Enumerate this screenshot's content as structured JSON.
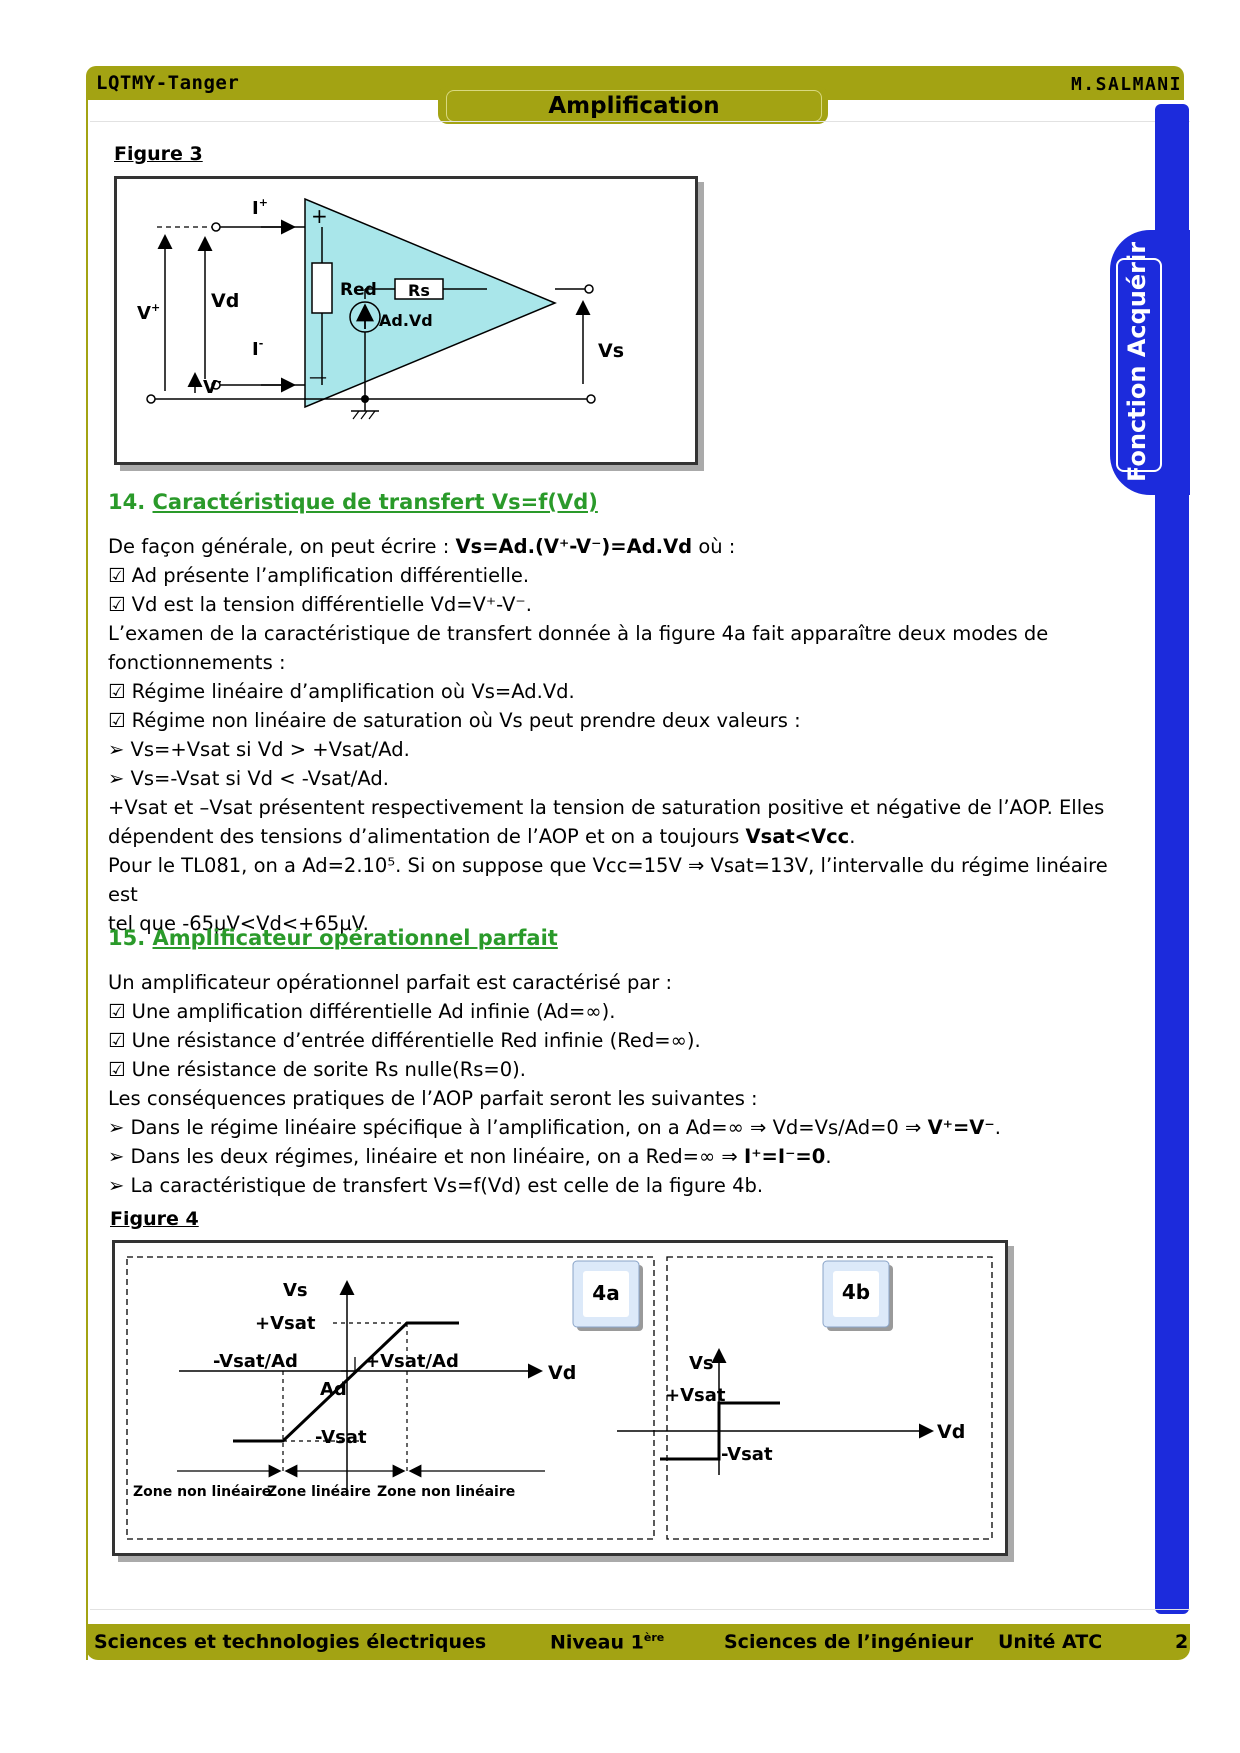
{
  "header": {
    "left": "LQTMY-Tanger",
    "right": "M.SALMANI",
    "title": "Amplification"
  },
  "side_tab": {
    "label": "Fonction Acquérir"
  },
  "figure3": {
    "label": "Figure 3",
    "i_plus": "I",
    "i_plus_sup": "+",
    "i_minus": "I",
    "i_minus_sup": "-",
    "v_plus": "V",
    "v_plus_sup": "+",
    "v_minus": "V",
    "v_minus_sup": "-",
    "vd": "Vd",
    "red": "Red",
    "rs": "Rs",
    "ad_vd": "Ad.Vd",
    "vs": "Vs",
    "plus_sign": "+",
    "minus_sign": "—"
  },
  "section14": {
    "number": "14.",
    "title": "Caractéristique de transfert Vs=f(Vd)",
    "lines": [
      {
        "pre": "De façon générale, on peut écrire : ",
        "bold": "Vs=Ad.(V⁺-V⁻)=Ad.Vd",
        "post": " où :"
      },
      {
        "pre": "☑ Ad présente l’amplification différentielle.",
        "bold": "",
        "post": ""
      },
      {
        "pre": "☑ Vd est la tension différentielle Vd=V⁺-V⁻.",
        "bold": "",
        "post": ""
      },
      {
        "pre": "L’examen de la caractéristique de transfert donnée à la figure 4a fait apparaître deux modes de",
        "bold": "",
        "post": ""
      },
      {
        "pre": "fonctionnements :",
        "bold": "",
        "post": ""
      },
      {
        "pre": "☑ Régime linéaire d’amplification où Vs=Ad.Vd.",
        "bold": "",
        "post": ""
      },
      {
        "pre": "☑ Régime non linéaire de saturation où Vs peut prendre deux valeurs :",
        "bold": "",
        "post": ""
      },
      {
        "pre": "➢ Vs=+Vsat si  Vd > +Vsat/Ad.",
        "bold": "",
        "post": ""
      },
      {
        "pre": "➢ Vs=-Vsat si  Vd < -Vsat/Ad.",
        "bold": "",
        "post": ""
      },
      {
        "pre": "+Vsat et –Vsat présentent respectivement la tension de saturation positive et négative de l’AOP. Elles",
        "bold": "",
        "post": ""
      },
      {
        "pre": "dépendent des tensions d’alimentation de l’AOP et on a toujours ",
        "bold": "Vsat<Vcc",
        "post": "."
      },
      {
        "pre": "Pour le TL081, on a Ad=2.10⁵. Si on suppose que Vcc=15V ⇒ Vsat=13V, l’intervalle du régime linéaire est",
        "bold": "",
        "post": ""
      },
      {
        "pre": "tel que -65µV<Vd<+65µV.",
        "bold": "",
        "post": ""
      }
    ]
  },
  "section15": {
    "number": "15.",
    "title": "Amplificateur opérationnel parfait",
    "lines": [
      {
        "pre": "Un amplificateur opérationnel parfait est caractérisé par :",
        "bold": "",
        "post": ""
      },
      {
        "pre": "☑ Une amplification différentielle Ad infinie (Ad=∞).",
        "bold": "",
        "post": ""
      },
      {
        "pre": "☑ Une résistance d’entrée différentielle Red infinie (Red=∞).",
        "bold": "",
        "post": ""
      },
      {
        "pre": "☑ Une résistance de sorite Rs nulle(Rs=0).",
        "bold": "",
        "post": ""
      },
      {
        "pre": "Les conséquences pratiques de l’AOP parfait seront les suivantes :",
        "bold": "",
        "post": ""
      },
      {
        "pre": "➢ Dans le régime linéaire spécifique à l’amplification, on a Ad=∞  ⇒  Vd=Vs/Ad=0  ⇒ ",
        "bold": "V⁺=V⁻",
        "post": "."
      },
      {
        "pre": "➢ Dans les deux régimes, linéaire et non linéaire, on a Red=∞  ⇒ ",
        "bold": "I⁺=I⁻=0",
        "post": "."
      },
      {
        "pre": "➢ La caractéristique de transfert Vs=f(Vd) est celle de la figure 4b.",
        "bold": "",
        "post": ""
      }
    ]
  },
  "figure4": {
    "label": "Figure 4",
    "a": {
      "tag": "4a",
      "vs": "Vs",
      "vd": "Vd",
      "pvsat": "+Vsat",
      "mvsat": "-Vsat",
      "mvsat_ad": "-Vsat/Ad",
      "pvsat_ad": "+Vsat/Ad",
      "ad": "Ad",
      "zone_nl_left": "Zone non linéaire",
      "zone_l": "Zone linéaire",
      "zone_nl_right": "Zone non linéaire"
    },
    "b": {
      "tag": "4b",
      "vs": "Vs",
      "vd": "Vd",
      "pvsat": "+Vsat",
      "mvsat": "-Vsat"
    }
  },
  "footer": {
    "left": "Sciences et technologies électriques",
    "level": "Niveau 1",
    "level_sup": "ère",
    "middle": "Sciences de l’ingénieur",
    "unit": "Unité ATC",
    "page": "2"
  },
  "colors": {
    "olive": "#a3a313",
    "blue": "#1c2bdc",
    "green_title": "#2a9a2a",
    "opamp_fill": "#a9e6ea"
  }
}
